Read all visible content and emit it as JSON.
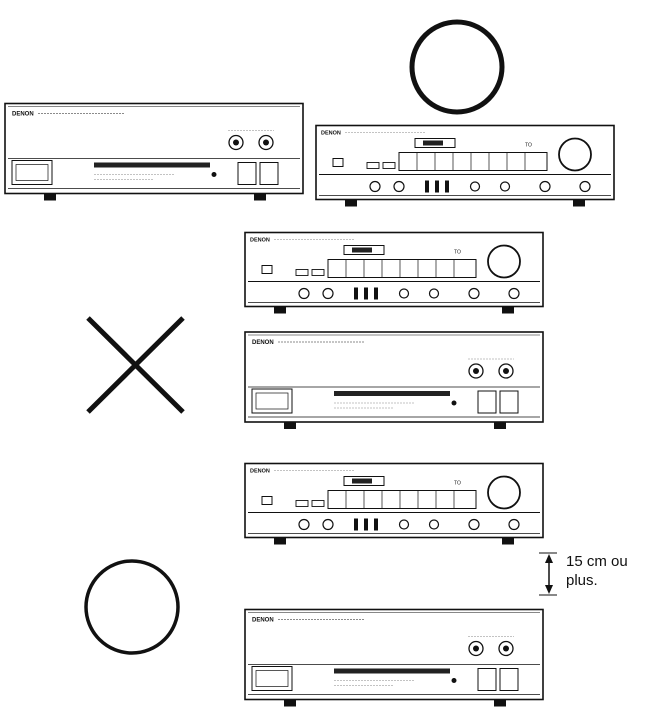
{
  "brand": "DENON",
  "spacing_label": {
    "line1": "15 cm ou",
    "line2": "plus."
  },
  "arrangements": [
    {
      "verdict": "correct",
      "symbol": "circle-icon",
      "layout": "side-by-side"
    },
    {
      "verdict": "incorrect",
      "symbol": "cross-icon",
      "layout": "stacked-directly"
    },
    {
      "verdict": "correct",
      "symbol": "circle-icon",
      "layout": "stacked-with-gap"
    }
  ],
  "colors": {
    "ink": "#111111",
    "paper": "#ffffff",
    "display": "#222222"
  }
}
